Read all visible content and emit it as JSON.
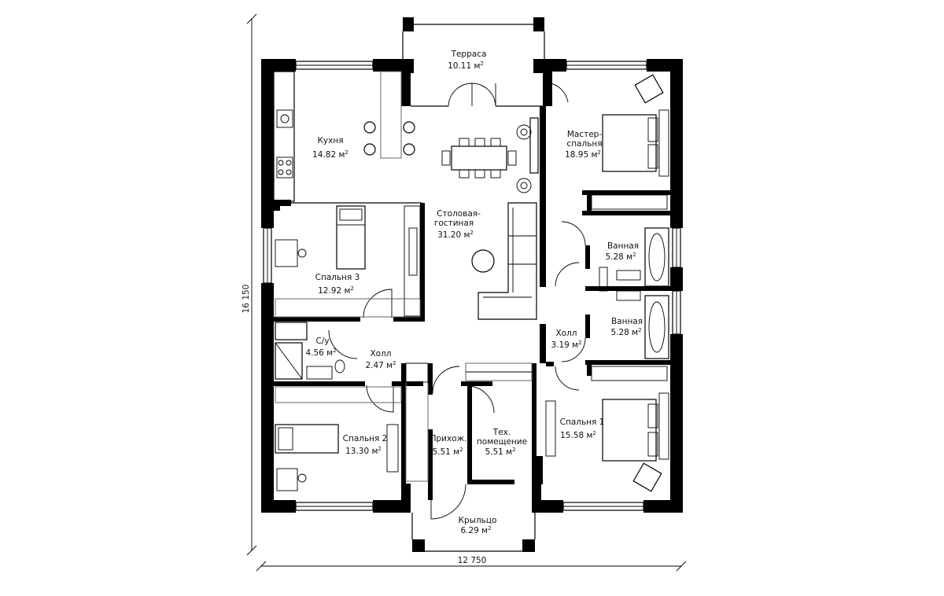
{
  "dimensions": {
    "width_label": "12 750",
    "height_label": "16 150"
  },
  "area_unit": "м",
  "area_exp": "2",
  "rooms": {
    "terrace": {
      "name": "Терраса",
      "area": "10.11"
    },
    "kitchen": {
      "name": "Кухня",
      "area": "14.82"
    },
    "master": {
      "name1": "Мастер-",
      "name2": "спальня",
      "area": "18.95"
    },
    "living": {
      "name1": "Столовая-",
      "name2": "гостиная",
      "area": "31.20"
    },
    "bedroom3": {
      "name": "Спальня 3",
      "area": "12.92"
    },
    "bath1": {
      "name": "Ванная",
      "area": "5.28"
    },
    "bath2": {
      "name": "Ванная",
      "area": "5.28"
    },
    "wc": {
      "name": "С/у",
      "area": "4.56"
    },
    "hall_small": {
      "name": "Холл",
      "area": "2.47"
    },
    "hall_right": {
      "name": "Холл",
      "area": "3.19"
    },
    "bedroom2": {
      "name": "Спальня 2",
      "area": "13.30"
    },
    "entry": {
      "name": "Прихож.",
      "area": "5.51"
    },
    "tech": {
      "name1": "Тех.",
      "name2": "помещение",
      "area": "5.51"
    },
    "bedroom1": {
      "name": "Спальня 1",
      "area": "15.58"
    },
    "porch": {
      "name": "Крыльцо",
      "area": "6.29"
    }
  }
}
